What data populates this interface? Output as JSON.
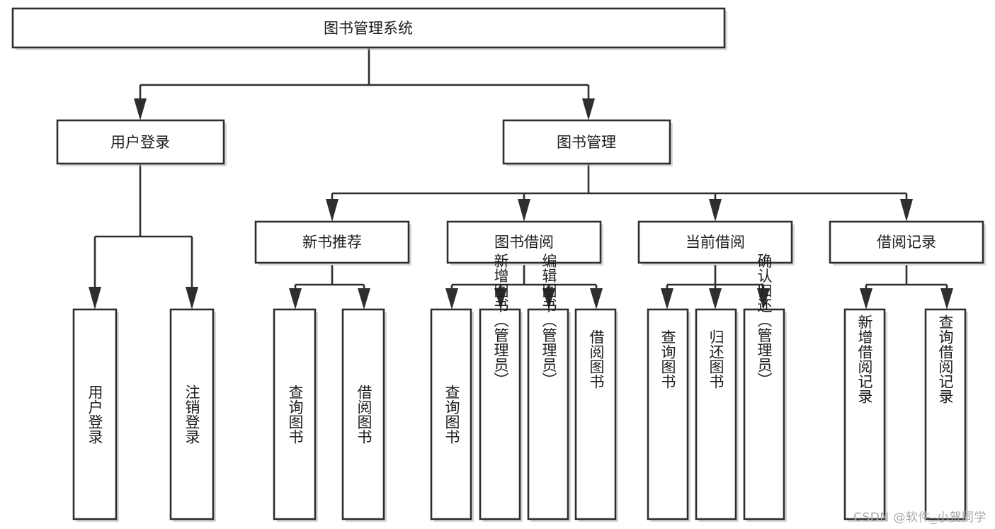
{
  "diagram": {
    "title": "图书管理系统",
    "type": "tree",
    "root": {
      "id": "root",
      "label": "图书管理系统",
      "orientation": "horizontal"
    },
    "level2": [
      {
        "id": "user-login",
        "label": "用户登录",
        "orientation": "horizontal"
      },
      {
        "id": "book-manage",
        "label": "图书管理",
        "orientation": "horizontal"
      }
    ],
    "level3": [
      {
        "id": "new-book-recommend",
        "label": "新书推荐",
        "orientation": "horizontal",
        "parent": "book-manage"
      },
      {
        "id": "book-borrow",
        "label": "图书借阅",
        "orientation": "horizontal",
        "parent": "book-manage"
      },
      {
        "id": "current-borrow",
        "label": "当前借阅",
        "orientation": "horizontal",
        "parent": "book-manage"
      },
      {
        "id": "borrow-record",
        "label": "借阅记录",
        "orientation": "horizontal",
        "parent": "book-manage"
      }
    ],
    "leaves": {
      "user_login": [
        {
          "id": "leaf-user-login",
          "label": "用户登录",
          "orientation": "vertical"
        },
        {
          "id": "leaf-logout-login",
          "label": "注销登录",
          "orientation": "vertical"
        }
      ],
      "new_book_recommend": [
        {
          "id": "leaf-query-book-1",
          "label": "查询图书",
          "orientation": "vertical"
        },
        {
          "id": "leaf-borrow-book-1",
          "label": "借阅图书",
          "orientation": "vertical"
        }
      ],
      "book_borrow": [
        {
          "id": "leaf-query-book-2",
          "label": "查询图书",
          "orientation": "vertical"
        },
        {
          "id": "leaf-add-book",
          "label": "新增图书（管理员）",
          "orientation": "vertical"
        },
        {
          "id": "leaf-edit-book",
          "label": "编辑图书（管理员）",
          "orientation": "vertical"
        },
        {
          "id": "leaf-borrow-book-2",
          "label": "借阅图书",
          "orientation": "vertical"
        }
      ],
      "current_borrow": [
        {
          "id": "leaf-query-book-3",
          "label": "查询图书",
          "orientation": "vertical"
        },
        {
          "id": "leaf-return-book",
          "label": "归还图书",
          "orientation": "vertical"
        },
        {
          "id": "leaf-confirm-return",
          "label": "确认归还（管理员）",
          "orientation": "vertical"
        }
      ],
      "borrow_record": [
        {
          "id": "leaf-add-record",
          "label": "新增借阅记录",
          "orientation": "vertical"
        },
        {
          "id": "leaf-query-record",
          "label": "查询借阅记录",
          "orientation": "vertical"
        }
      ]
    },
    "colors": {
      "stroke": "#2e2e2e",
      "fill": "#ffffff",
      "text": "#1d1d1d",
      "shadow": "#b8b8b8",
      "watermark": "#a8a8a8"
    }
  },
  "watermark": {
    "text": "CSDN @软件_小贺同学"
  }
}
